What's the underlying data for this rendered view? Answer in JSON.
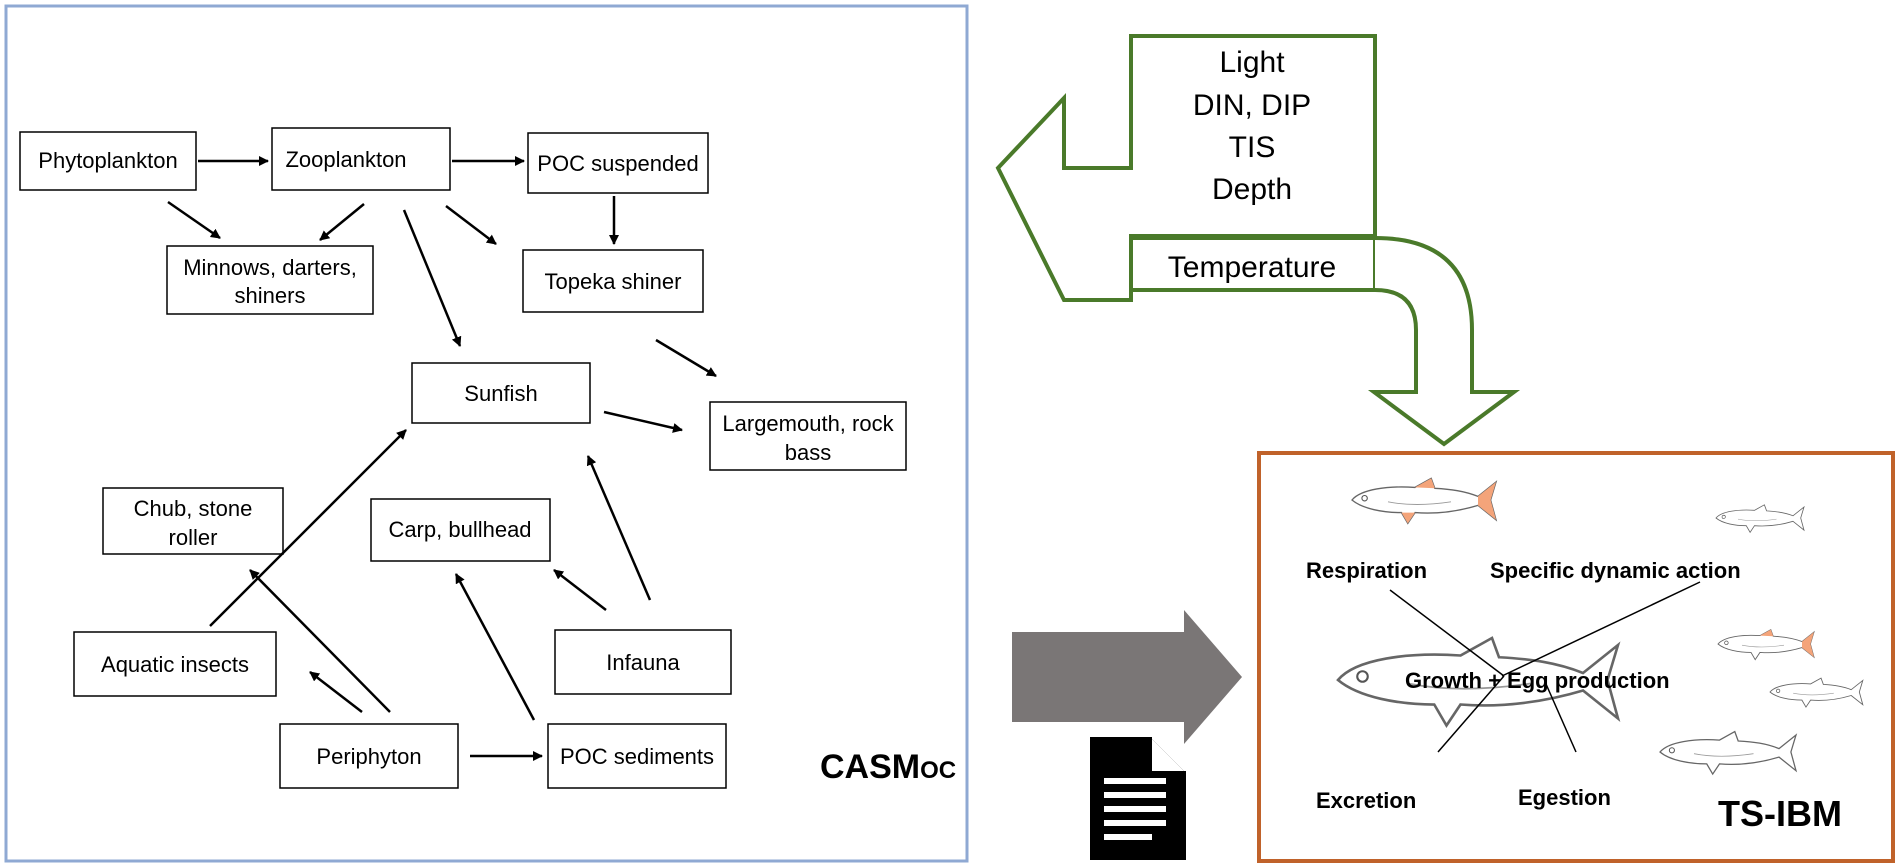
{
  "casm": {
    "label_main": "CASM",
    "label_sub": "OC",
    "nodes": {
      "phytoplankton": "Phytoplankton",
      "zooplankton": "Zooplankton",
      "poc_suspended": "POC suspended",
      "minnows_1": "Minnows, darters,",
      "minnows_2": "shiners",
      "topeka": "Topeka shiner",
      "sunfish": "Sunfish",
      "largemouth_1": "Largemouth, rock",
      "largemouth_2": "bass",
      "chub_1": "Chub, stone",
      "chub_2": "roller",
      "carp": "Carp, bullhead",
      "aquatic_insects": "Aquatic insects",
      "infauna": "Infauna",
      "periphyton": "Periphyton",
      "poc_sediments": "POC sediments"
    }
  },
  "forcing": {
    "items": [
      "Light",
      "DIN, DIP",
      "TIS",
      "Depth"
    ],
    "temperature": "Temperature"
  },
  "ibm": {
    "label": "TS-IBM",
    "respiration": "Respiration",
    "sda": "Specific dynamic action",
    "growth": "Growth + Egg production",
    "excretion": "Excretion",
    "egestion": "Egestion"
  },
  "colors": {
    "casm_border": "#8fa9d3",
    "forcing_green": "#4a7a2a",
    "ibm_border": "#c0622a",
    "gray_arrow": "#7a7676",
    "fin_orange": "#f4a47a"
  }
}
